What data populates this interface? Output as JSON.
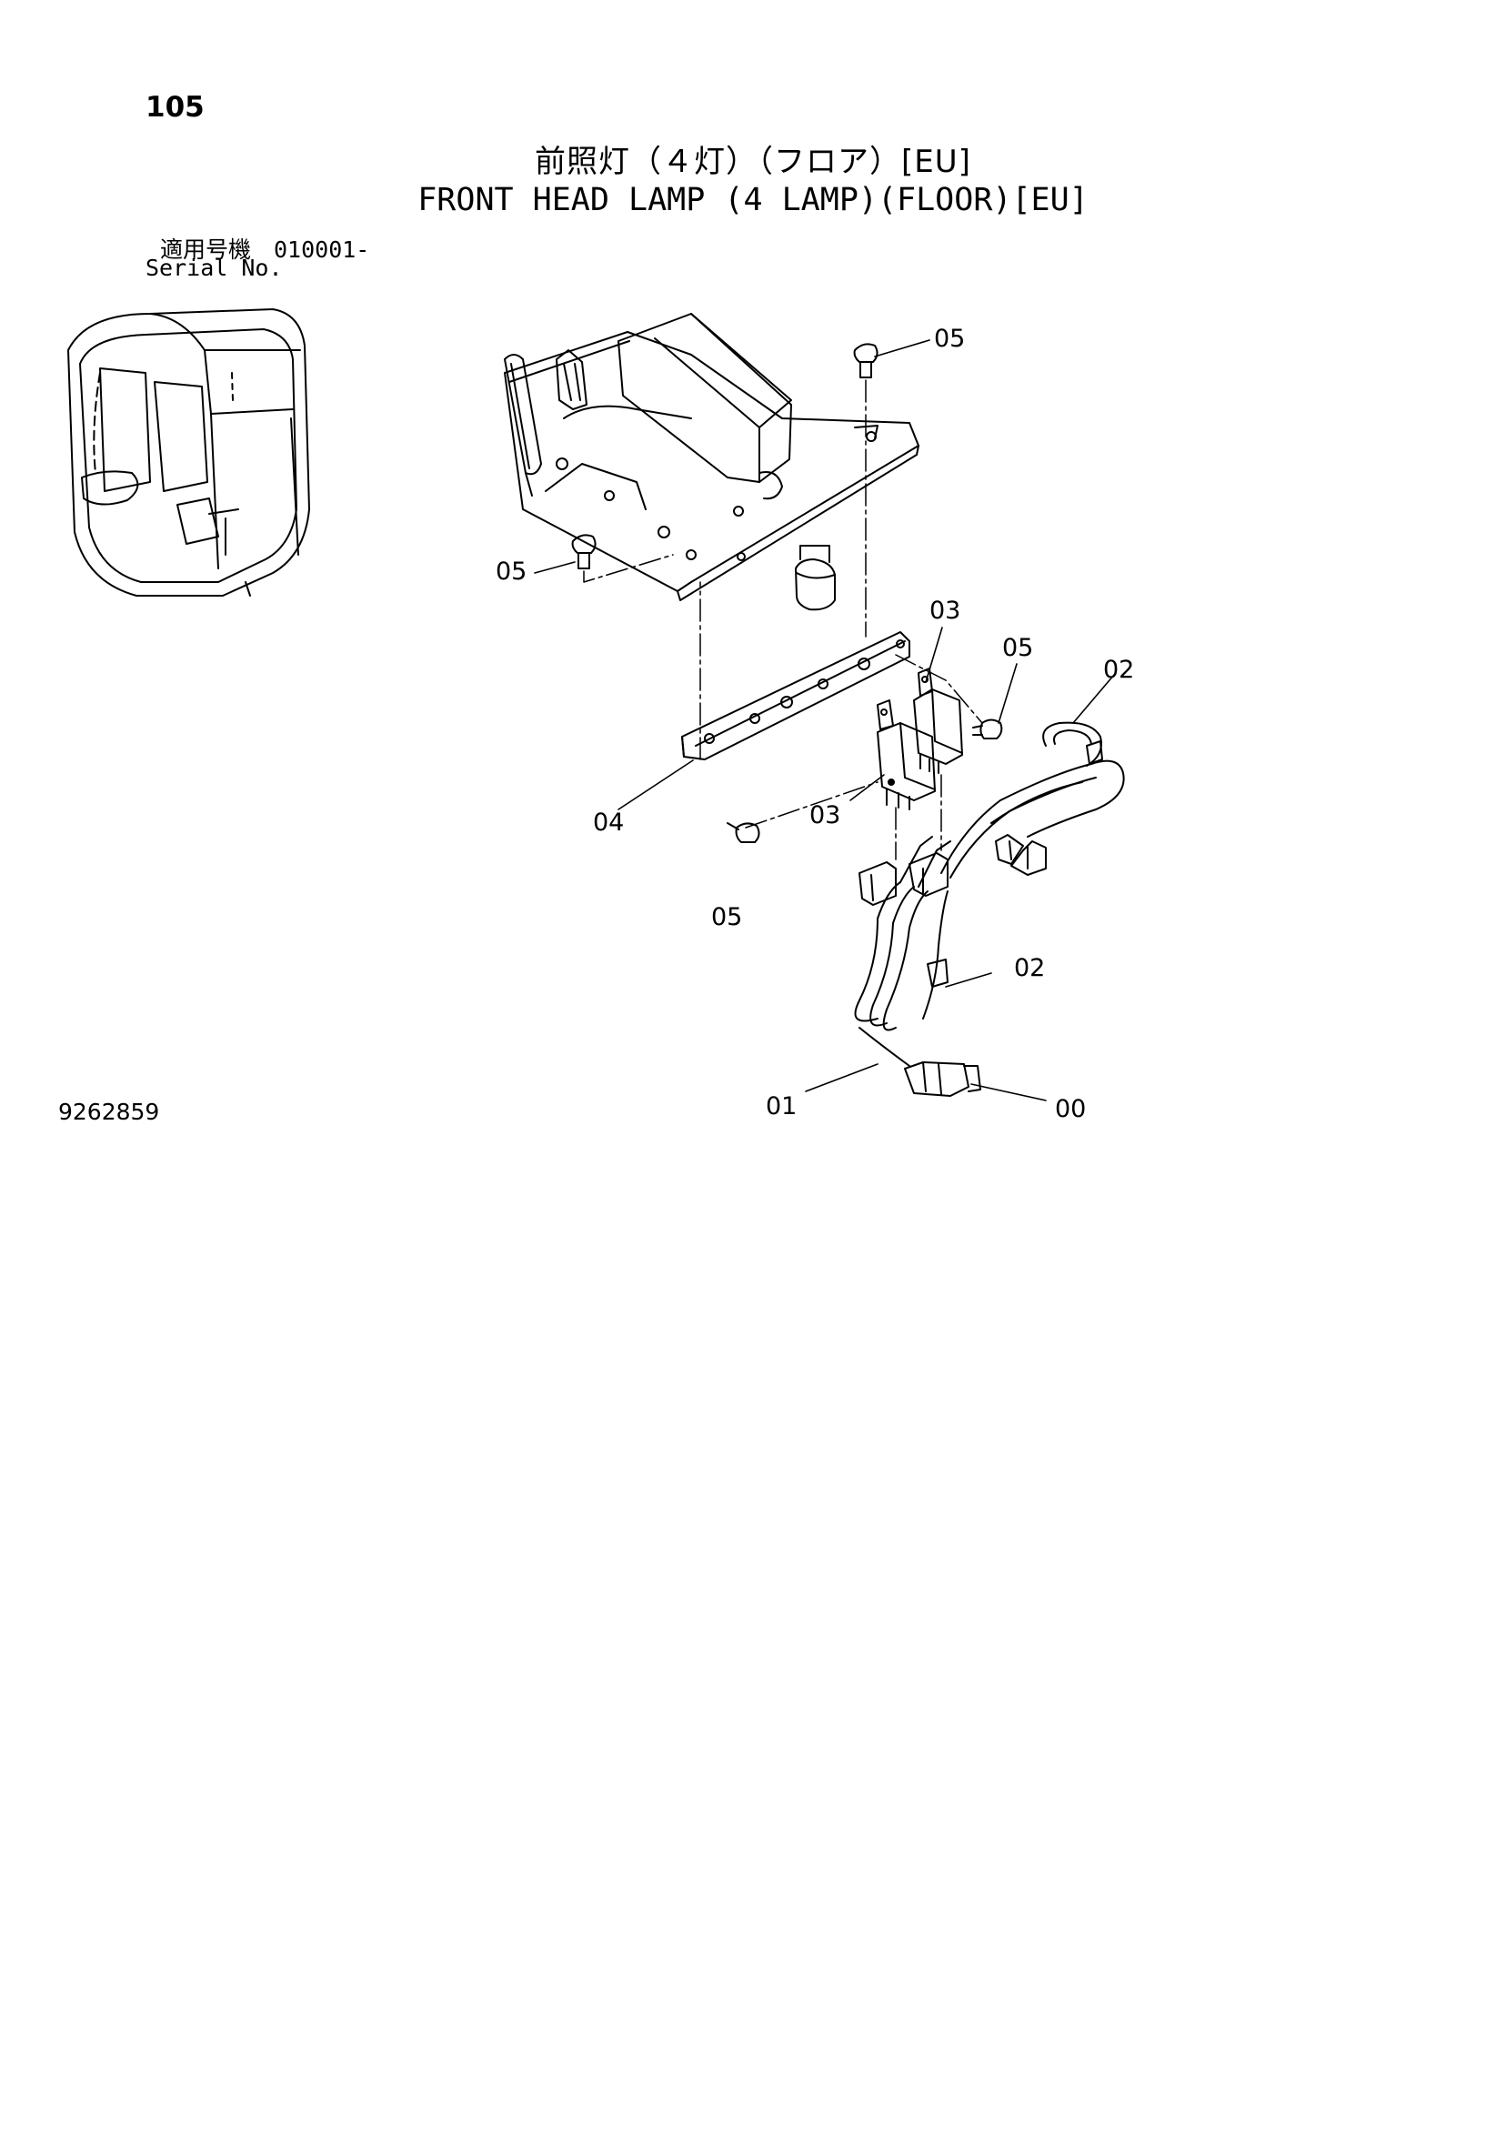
{
  "page_number": "105",
  "title_jp": "前照灯（４灯）（フロア）[EU]",
  "title_en": "FRONT HEAD LAMP (4 LAMP)(FLOOR)[EU]",
  "serial_label_jp": "適用号機　010001-",
  "serial_label_en": "Serial No.",
  "figure_number": "9262859",
  "callouts": [
    {
      "id": "c-05-top",
      "text": "05"
    },
    {
      "id": "c-05-left",
      "text": "05"
    },
    {
      "id": "c-03-top",
      "text": "03"
    },
    {
      "id": "c-05-right",
      "text": "05"
    },
    {
      "id": "c-02-top",
      "text": "02"
    },
    {
      "id": "c-04",
      "text": "04"
    },
    {
      "id": "c-03-mid",
      "text": "03"
    },
    {
      "id": "c-05-bottom",
      "text": "05"
    },
    {
      "id": "c-02-mid",
      "text": "02"
    },
    {
      "id": "c-01",
      "text": "01"
    },
    {
      "id": "c-00",
      "text": "00"
    }
  ]
}
